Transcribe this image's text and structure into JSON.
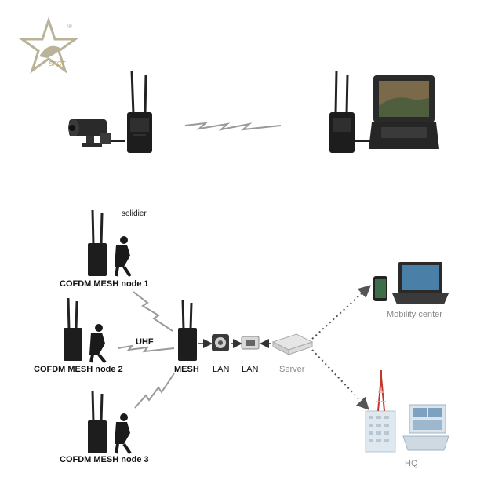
{
  "brand": {
    "logo_text": "SFGT",
    "registered_mark": "®"
  },
  "labels": {
    "soldier": "solidier",
    "node1": "COFDM MESH node 1",
    "node2": "COFDM MESH node 2",
    "node3": "COFDM MESH node 3",
    "uhf": "UHF",
    "mesh": "MESH",
    "lan1": "LAN",
    "lan2": "LAN",
    "server": "Server",
    "mobility_center": "Mobility center",
    "hq": "HQ"
  },
  "colors": {
    "device": "#1d1d1d",
    "link_zigzag": "#9a9a9a",
    "dotted_link": "#555555",
    "muted_text": "#8a8a8a",
    "logo": "#b9b39a"
  }
}
